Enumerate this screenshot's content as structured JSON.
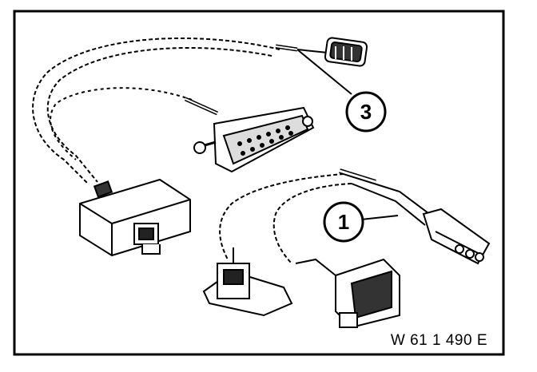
{
  "figure": {
    "callouts": [
      {
        "label": "3",
        "points_to": "diagnostic-plug-cable"
      },
      {
        "label": "1",
        "points_to": "adapter-cable-connectors"
      }
    ],
    "reference_code": "W 61 1 490 E",
    "icons": [
      "sub-d-connector-icon",
      "adapter-box-icon",
      "round-plug-icon",
      "flat-connector-icon",
      "multi-pin-connector-icon",
      "pin-connector-icon"
    ]
  }
}
